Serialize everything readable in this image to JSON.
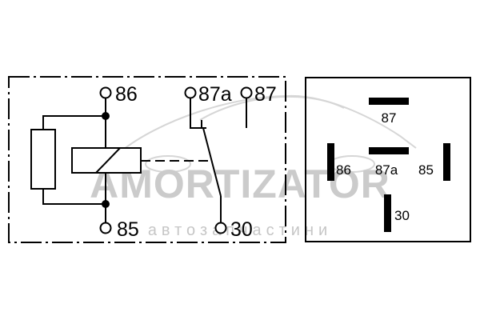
{
  "watermark": {
    "brand": "AMORTIZATOR",
    "tagline": "автозапчастини"
  },
  "schematic": {
    "terminals": {
      "t86": "86",
      "t85": "85",
      "t87a": "87a",
      "t87": "87",
      "t30": "30"
    }
  },
  "pinout": {
    "pins": {
      "p87": "87",
      "p86": "86",
      "p87a": "87a",
      "p85": "85",
      "p30": "30"
    }
  },
  "colors": {
    "ink": "#000000",
    "watermark": "#c8c8c8"
  }
}
